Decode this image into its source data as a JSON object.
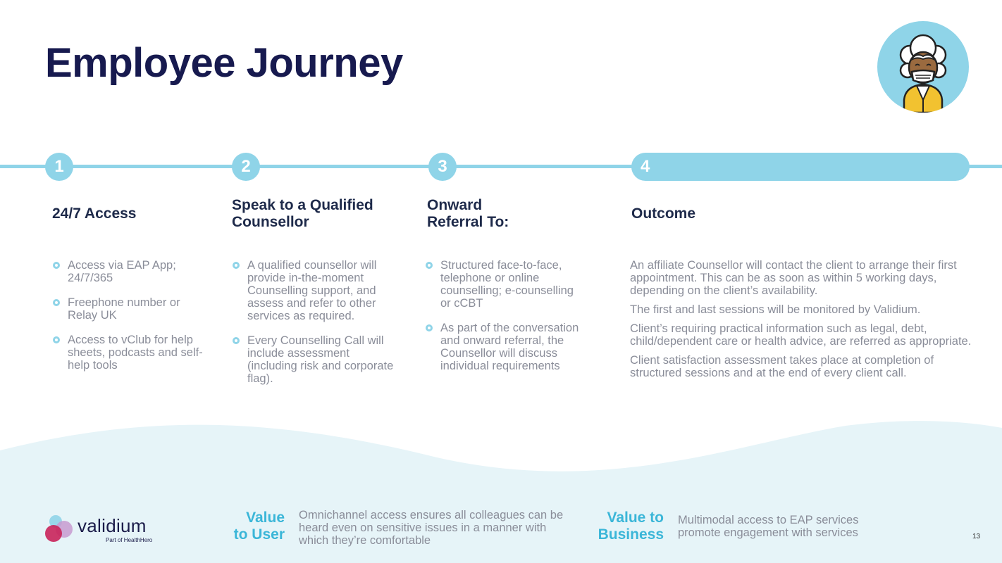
{
  "title": "Employee Journey",
  "colors": {
    "accent": "#8fd4e8",
    "navy": "#171a4f",
    "value_blue": "#3bb6d8",
    "body_grey": "#8a8d99"
  },
  "steps": [
    {
      "number": "1",
      "heading": "24/7 Access",
      "bullets": [
        "Access via EAP App; 24/7/365",
        "Freephone number or Relay UK",
        "Access to vClub for help sheets, podcasts and self-help tools"
      ]
    },
    {
      "number": "2",
      "heading": "Speak to a Qualified Counsellor",
      "bullets": [
        "A qualified counsellor will provide in-the-moment Counselling support, and assess and refer to other services as required.",
        "Every Counselling Call will include assessment (including risk and corporate flag)."
      ]
    },
    {
      "number": "3",
      "heading": "Onward Referral To:",
      "bullets": [
        "Structured face-to-face, telephone or online counselling; e-counselling or cCBT",
        "As part of the conversation and onward referral, the Counsellor will discuss individual requirements"
      ]
    },
    {
      "number": "4",
      "heading": "Outcome",
      "paragraphs": [
        "An affiliate Counsellor will contact the client to arrange their first appointment. This can be as soon as within 5 working days, depending on the client’s availability.",
        "The first and last sessions will be monitored by Validium.",
        "Client’s requiring practical information such as legal, debt, child/dependent care or health advice, are referred as appropriate.",
        "Client satisfaction assessment takes place at completion of structured sessions and at the end of every client call."
      ]
    }
  ],
  "footer": {
    "logo_text": "validium",
    "logo_sub": "Part of HealthHero",
    "value_user_label_1": "Value",
    "value_user_label_2": "to User",
    "value_user_text": "Omnichannel access ensures all colleagues can be heard even on sensitive issues in a manner with which they’re comfortable",
    "value_business_label_1": "Value to",
    "value_business_label_2": "Business",
    "value_business_text": "Multimodal access to EAP services promote engagement with services",
    "page_number": "13"
  },
  "icons": {
    "avatar": "elderly-woman-mask-icon",
    "bullet": "bullet-dot-icon",
    "logo": "validium-logo-icon"
  }
}
